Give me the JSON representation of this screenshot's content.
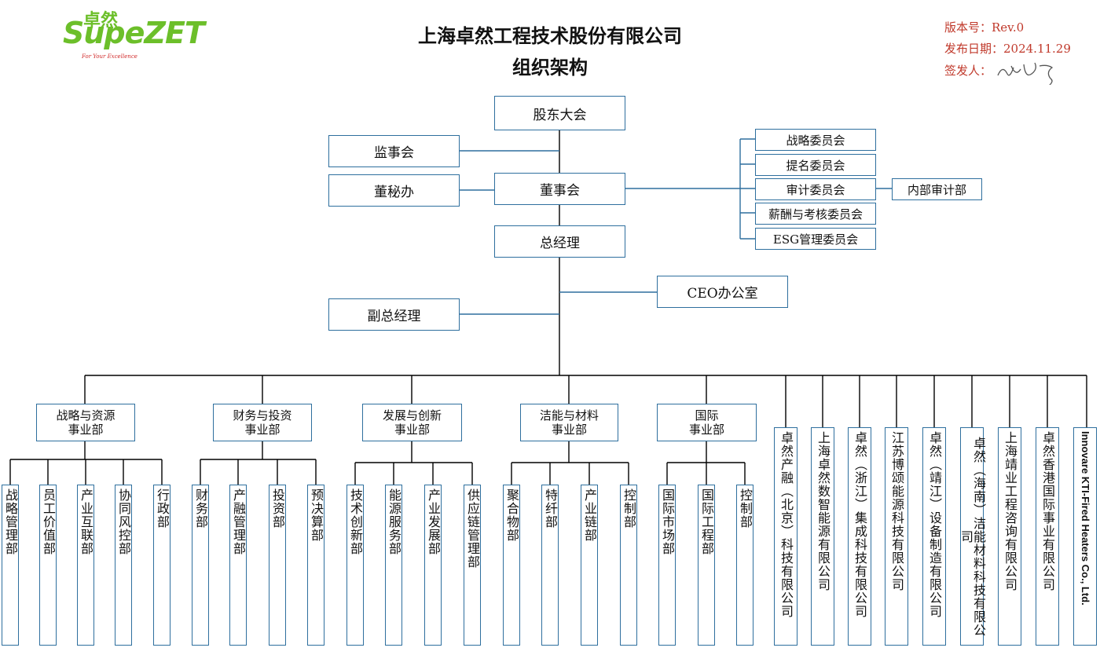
{
  "header": {
    "logo_cn": "卓然",
    "logo_en": "SupeZET",
    "logo_tagline": "For Your Excellence",
    "title": "上海卓然工程技术股份有限公司",
    "subtitle": "组织架构",
    "version": "版本号：Rev.0",
    "release_date": "发布日期：2024.11.29",
    "issuer_label": "签发人：",
    "issuer_signature": "顾"
  },
  "top": {
    "shareholders": "股东大会",
    "supervisors": "监事会",
    "board_secretary": "董秘办",
    "board": "董事会",
    "gm": "总经理",
    "ceo_office": "CEO办公室",
    "deputy_gm": "副总经理"
  },
  "committees": [
    "战略委员会",
    "提名委员会",
    "审计委员会",
    "薪酬与考核委员会",
    "ESG管理委员会"
  ],
  "internal_audit": "内部审计部",
  "divisions": [
    {
      "name": "战略与资源\n事业部",
      "depts": [
        "战略管理部",
        "员工价值部",
        "产业互联部",
        "协同风控部",
        "行政部"
      ]
    },
    {
      "name": "财务与投资\n事业部",
      "depts": [
        "财务部",
        "产融管理部",
        "投资部",
        "预决算部"
      ]
    },
    {
      "name": "发展与创新\n事业部",
      "depts": [
        "技术创新部",
        "能源服务部",
        "产业发展部",
        "供应链管理部"
      ]
    },
    {
      "name": "洁能与材料\n事业部",
      "depts": [
        "聚合物部",
        "特纤部",
        "产业链部",
        "控制部"
      ]
    },
    {
      "name": "国际\n事业部",
      "depts": [
        "国际市场部",
        "国际工程部",
        "控制部"
      ]
    }
  ],
  "subsidiaries": [
    "卓然产融（北京）科技有限公司",
    "上海卓然数智能源有限公司",
    "卓然（浙江）集成科技有限公司",
    "江苏博颂能源科技有限公司",
    "卓然（靖江）设备制造有限公司",
    "卓然（海南）洁能材料科技有限公司",
    "上海靖业工程咨询有限公司",
    "卓然香港国际事业有限公司",
    "Innovare KTI-Fired Heaters Co., Ltd."
  ],
  "colors": {
    "box_border": "#2e6f9e",
    "line": "#000000",
    "logo_green": "#6cbf2a",
    "meta_red": "#c0392b"
  }
}
